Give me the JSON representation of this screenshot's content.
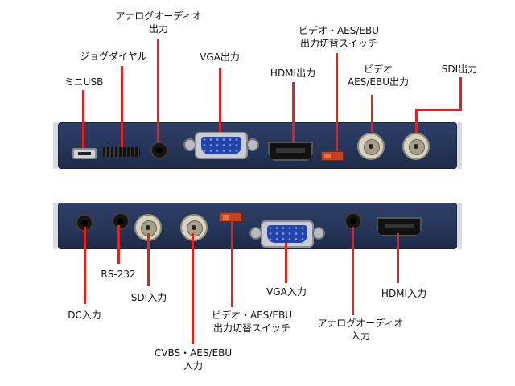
{
  "labels": {
    "mini_usb": "ミニUSB",
    "jog_dial": "ジョグダイヤル",
    "analog_audio_out_1": "アナログオーディオ",
    "analog_audio_out_2": "出力",
    "vga_out": "VGA出力",
    "hdmi_out": "HDMI出力",
    "switch_top_1": "ビデオ・AES/EBU",
    "switch_top_2": "出力切替スイッチ",
    "video_aes_out_1": "ビデオ",
    "video_aes_out_2": "AES/EBU出力",
    "sdi_out": "SDI出力",
    "rs232": "RS-232",
    "dc_in": "DC入力",
    "sdi_in": "SDI入力",
    "cvbs_in_1": "CVBS・AES/EBU",
    "cvbs_in_2": "入力",
    "switch_bottom_1": "ビデオ・AES/EBU",
    "switch_bottom_2": "出力切替スイッチ",
    "vga_in": "VGA入力",
    "analog_audio_in_1": "アナログオーディオ",
    "analog_audio_in_2": "入力",
    "hdmi_in": "HDMI入力"
  },
  "colors": {
    "panel": "#263659",
    "leader": "#e0231f",
    "vga_blue": "#2244a8",
    "switch": "#c7421e"
  }
}
